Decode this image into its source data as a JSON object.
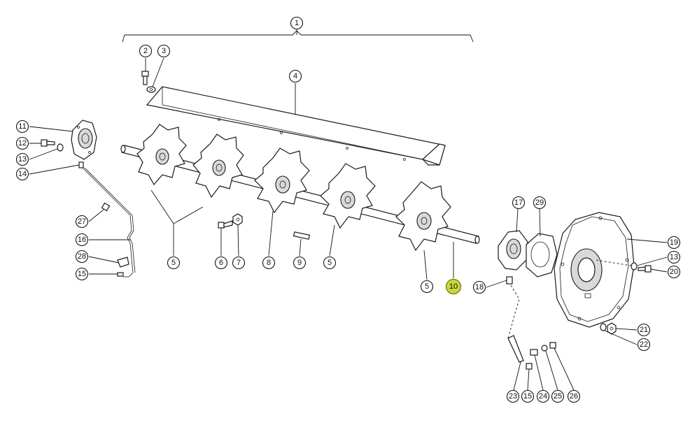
{
  "callouts": [
    {
      "id": "c1",
      "label": "1"
    },
    {
      "id": "c2",
      "label": "2"
    },
    {
      "id": "c3",
      "label": "3"
    },
    {
      "id": "c4",
      "label": "4"
    },
    {
      "id": "c5a",
      "label": "5"
    },
    {
      "id": "c5b",
      "label": "5"
    },
    {
      "id": "c5c",
      "label": "5"
    },
    {
      "id": "c6",
      "label": "6"
    },
    {
      "id": "c7",
      "label": "7"
    },
    {
      "id": "c8",
      "label": "8"
    },
    {
      "id": "c9",
      "label": "9"
    },
    {
      "id": "c10",
      "label": "10",
      "highlighted": true
    },
    {
      "id": "c11",
      "label": "11"
    },
    {
      "id": "c12",
      "label": "12"
    },
    {
      "id": "c13a",
      "label": "13"
    },
    {
      "id": "c13b",
      "label": "13"
    },
    {
      "id": "c14",
      "label": "14"
    },
    {
      "id": "c15a",
      "label": "15"
    },
    {
      "id": "c15b",
      "label": "15"
    },
    {
      "id": "c16",
      "label": "16"
    },
    {
      "id": "c17",
      "label": "17"
    },
    {
      "id": "c18",
      "label": "18"
    },
    {
      "id": "c19",
      "label": "19"
    },
    {
      "id": "c20",
      "label": "20"
    },
    {
      "id": "c21",
      "label": "21"
    },
    {
      "id": "c22",
      "label": "22"
    },
    {
      "id": "c23",
      "label": "23"
    },
    {
      "id": "c24",
      "label": "24"
    },
    {
      "id": "c25",
      "label": "25"
    },
    {
      "id": "c26",
      "label": "26"
    },
    {
      "id": "c27",
      "label": "27"
    },
    {
      "id": "c28",
      "label": "28"
    },
    {
      "id": "c29",
      "label": "29"
    }
  ],
  "colors": {
    "highlight_fill": "#c8d83a",
    "line": "#111111",
    "background": "#ffffff"
  }
}
